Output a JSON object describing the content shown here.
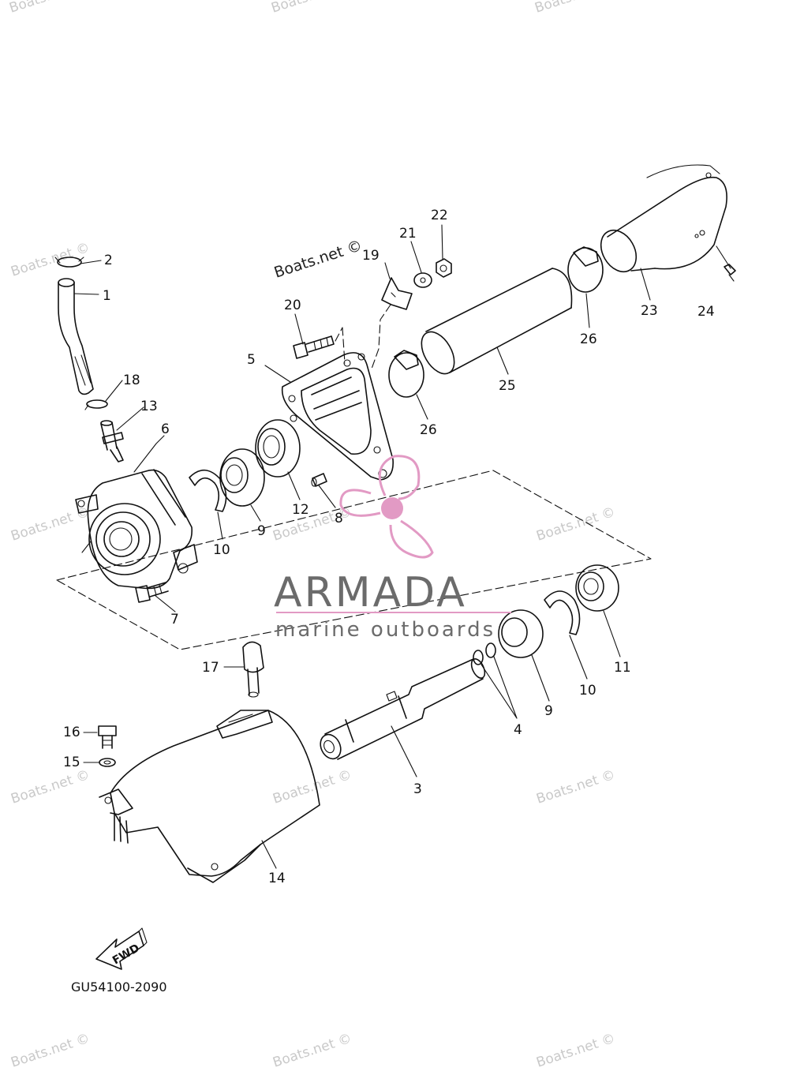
{
  "diagram": {
    "code": "GU54100-2090",
    "fwd_label": "FWD",
    "watermark": "Boats.net ©",
    "brand": {
      "name": "ARMADA",
      "tagline": "marine outboards",
      "color": "#e29ac4",
      "text_color": "#6b6b6b"
    }
  },
  "callouts": [
    {
      "id": "c1",
      "label": "1"
    },
    {
      "id": "c2",
      "label": "2"
    },
    {
      "id": "c3",
      "label": "3"
    },
    {
      "id": "c4",
      "label": "4"
    },
    {
      "id": "c5",
      "label": "5"
    },
    {
      "id": "c6",
      "label": "6"
    },
    {
      "id": "c7",
      "label": "7"
    },
    {
      "id": "c8",
      "label": "8"
    },
    {
      "id": "c9a",
      "label": "9"
    },
    {
      "id": "c9b",
      "label": "9"
    },
    {
      "id": "c10a",
      "label": "10"
    },
    {
      "id": "c10b",
      "label": "10"
    },
    {
      "id": "c11",
      "label": "11"
    },
    {
      "id": "c12",
      "label": "12"
    },
    {
      "id": "c13",
      "label": "13"
    },
    {
      "id": "c14",
      "label": "14"
    },
    {
      "id": "c15",
      "label": "15"
    },
    {
      "id": "c16",
      "label": "16"
    },
    {
      "id": "c17",
      "label": "17"
    },
    {
      "id": "c18",
      "label": "18"
    },
    {
      "id": "c19",
      "label": "19"
    },
    {
      "id": "c20",
      "label": "20"
    },
    {
      "id": "c21",
      "label": "21"
    },
    {
      "id": "c22",
      "label": "22"
    },
    {
      "id": "c23",
      "label": "23"
    },
    {
      "id": "c24",
      "label": "24"
    },
    {
      "id": "c25",
      "label": "25"
    },
    {
      "id": "c26a",
      "label": "26"
    },
    {
      "id": "c26b",
      "label": "26"
    }
  ]
}
